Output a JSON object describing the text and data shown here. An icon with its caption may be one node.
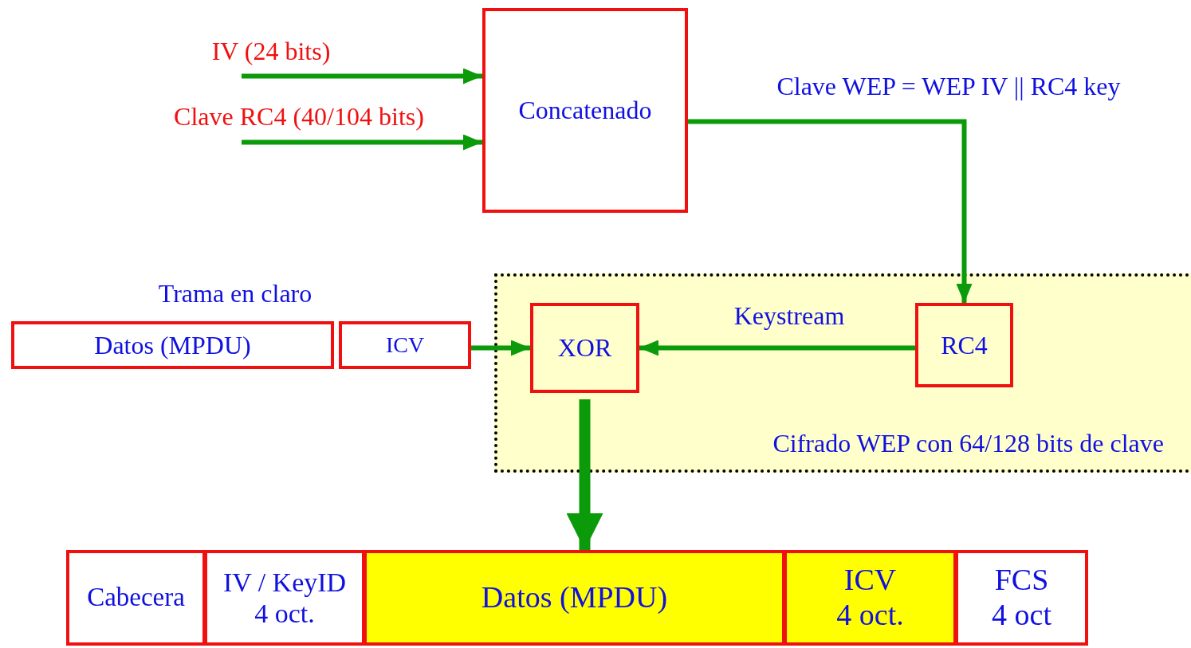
{
  "diagram": {
    "nodes": [
      {
        "text": [
          "Concatenado"
        ]
      },
      {
        "text": [
          "Cifrado WEP con 64/128 bits de clave"
        ]
      },
      {
        "text": [
          "XOR"
        ],
        "in": 1
      },
      {
        "text": [
          "RC4"
        ],
        "in": 1
      },
      {
        "text": [
          "Datos (MPDU)"
        ]
      },
      {
        "text": [
          "ICV"
        ]
      },
      {
        "text": [
          "Cabecera"
        ]
      },
      {
        "text": [
          "IV / KeyID 4 oct."
        ]
      },
      {
        "text": [
          "Datos (MPDU)"
        ]
      },
      {
        "text": [
          "ICV 4 oct."
        ]
      },
      {
        "text": [
          "FCS 4 oct"
        ]
      }
    ],
    "edges": [
      {
        "from": null,
        "to": 0,
        "arrow": "to",
        "label": "IV (24 bits)"
      },
      {
        "from": null,
        "to": 0,
        "arrow": "to",
        "label": "Clave RC4 (40/104 bits)"
      },
      {
        "from": 0,
        "to": 3,
        "arrow": "to",
        "label": "Clave WEP = WEP IV || RC4 key"
      },
      {
        "from": 3,
        "to": 2,
        "arrow": "to",
        "label": "Keystream"
      },
      {
        "from": 5,
        "to": 2,
        "arrow": "to"
      },
      {
        "from": 2,
        "to": 8,
        "arrow": "to",
        "style": "thick"
      }
    ],
    "labels": [
      "Trama en claro"
    ]
  }
}
